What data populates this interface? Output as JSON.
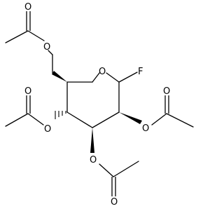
{
  "molecule": {
    "atoms": {
      "ring_oxygen": "O",
      "fluorine": "F",
      "acetate_O6_ester": "O",
      "acetate_O6_carbonyl": "O",
      "acetate_O4_ester": "O",
      "acetate_O4_carbonyl": "O",
      "acetate_O3_ester": "O",
      "acetate_O3_carbonyl": "O",
      "acetate_O2_ester": "O",
      "acetate_O2_carbonyl": "O"
    }
  }
}
